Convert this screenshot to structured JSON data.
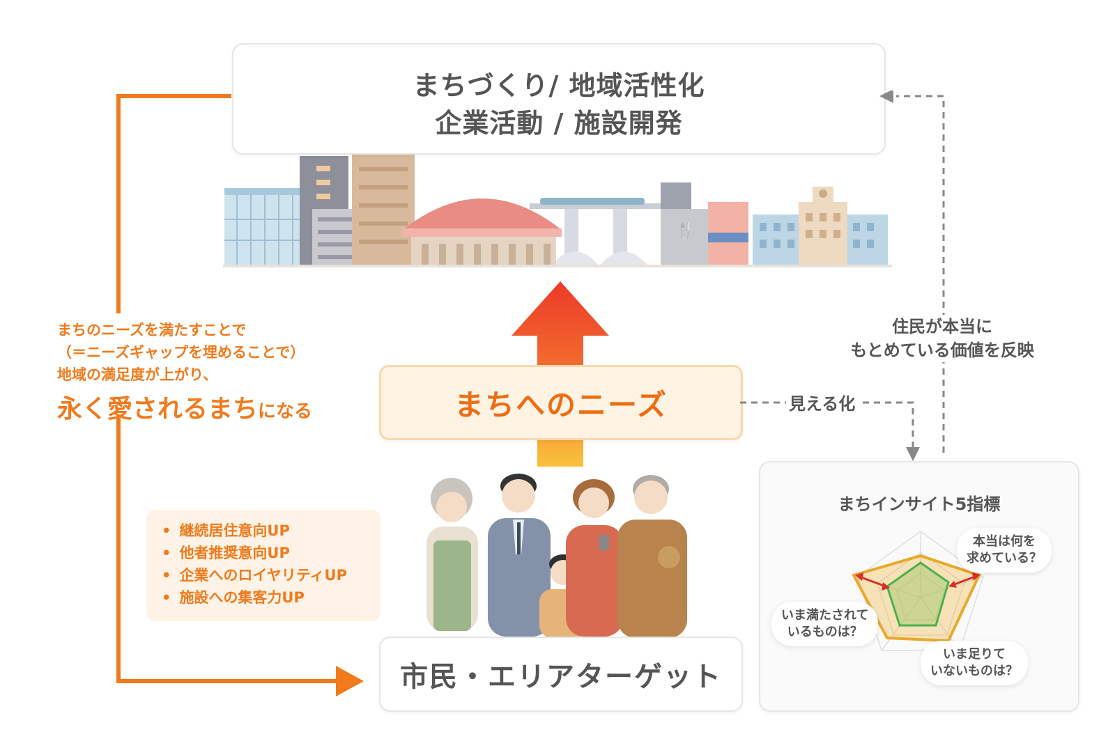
{
  "top_box": {
    "line1": "まちづくり/ 地域活性化",
    "line2": "企業活動 / 施設開発"
  },
  "needs_box": {
    "label": "まちへのニーズ"
  },
  "citizen_box": {
    "label": "市民・エリアターゲット"
  },
  "left_text": {
    "line1": "まちのニーズを満たすことで",
    "line2": "（＝ニーズギャップを埋めることで）",
    "line3": "地域の満足度が上がり、",
    "emphasis": "永く愛されるまち",
    "suffix": "になる"
  },
  "benefits": [
    {
      "label": "継続居住意向UP"
    },
    {
      "label": "他者推奨意向UP"
    },
    {
      "label": "企業へのロイヤリティUP"
    },
    {
      "label": "施設への集客力UP"
    }
  ],
  "right_feedback": {
    "line1": "住民が本当に",
    "line2": "もとめている価値を反映"
  },
  "visualize_label": "見える化",
  "insight_panel": {
    "title": "まちインサイト5指標",
    "bubble_top": {
      "line1": "本当は何を",
      "line2": "求めている？"
    },
    "bubble_left": {
      "line1": "いま満たされて",
      "line2": "いるものは？"
    },
    "bubble_bottom": {
      "line1": "いま足りて",
      "line2": "いないものは？"
    }
  },
  "colors": {
    "orange": "#f07a1c",
    "needs_text": "#ec6d13",
    "needs_bg": "#fff3e3",
    "gray_text": "#555555",
    "arrow_red": "#ec3a2a",
    "arrow_yellow": "#f9c23c"
  }
}
